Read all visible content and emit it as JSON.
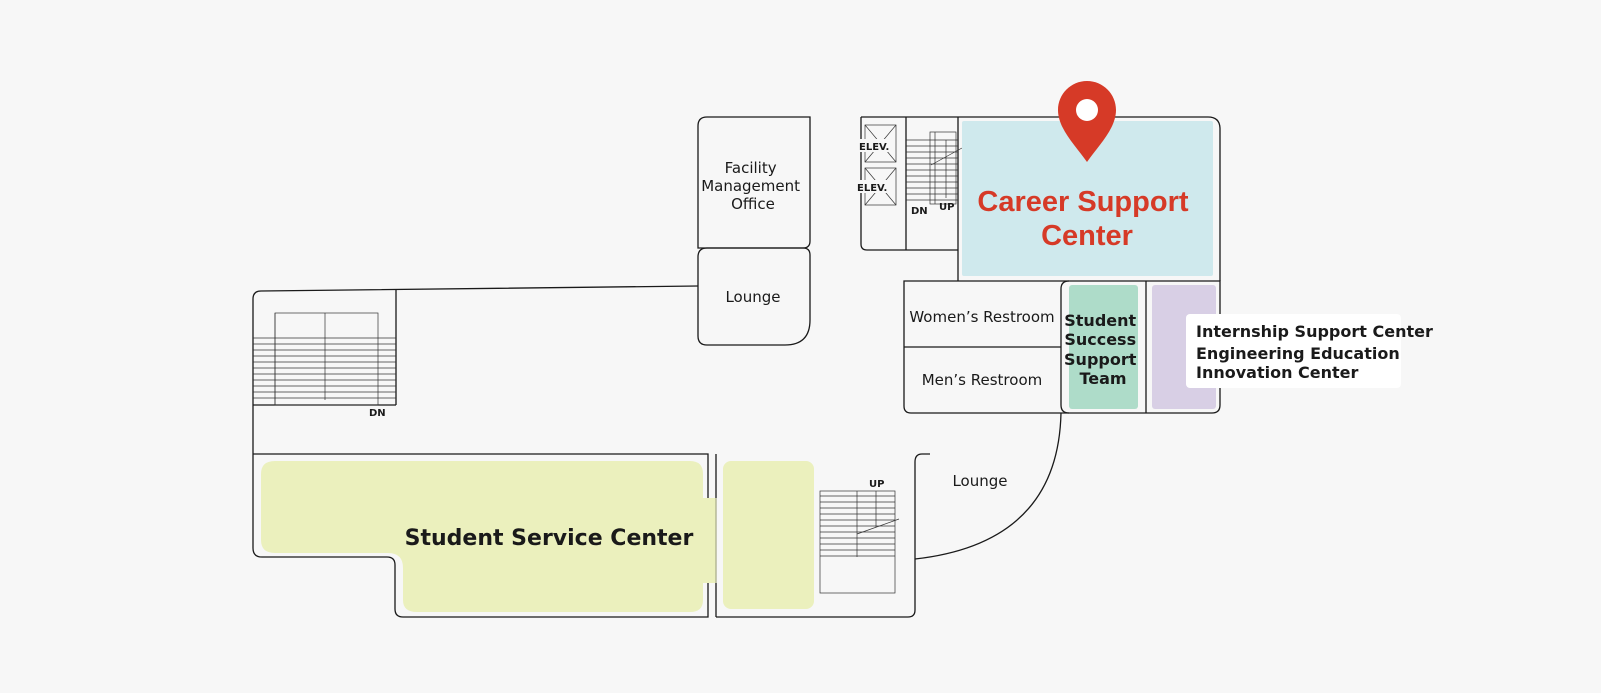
{
  "rooms": {
    "facility_management": [
      "Facility",
      "Management",
      "Office"
    ],
    "lounge_upper": "Lounge",
    "elevator_1": "ELEV.",
    "elevator_2": "ELEV.",
    "stair_dn": "DN",
    "stair_up": "UP",
    "career_support": [
      "Career Support",
      "Center"
    ],
    "womens_restroom": "Women’s Restroom",
    "mens_restroom": "Men’s Restroom",
    "student_success": [
      "Student",
      "Success",
      "Support",
      "Team"
    ],
    "west_stair_dn": "DN",
    "student_service": "Student Service Center",
    "south_stair_up": "UP",
    "lounge_lower": "Lounge"
  },
  "callout": {
    "line1": "Internship Support Center",
    "line2": "Engineering Education",
    "line3": "Innovation Center"
  },
  "marker": {
    "icon": "location-pin-icon",
    "color": "#d63a27"
  },
  "colors": {
    "career_fill": "#cfe9ed",
    "success_fill": "#aedcc9",
    "purple_fill": "#d8cfe5",
    "service_fill": "#ebf0bd",
    "highlight_text": "#d63a27"
  }
}
